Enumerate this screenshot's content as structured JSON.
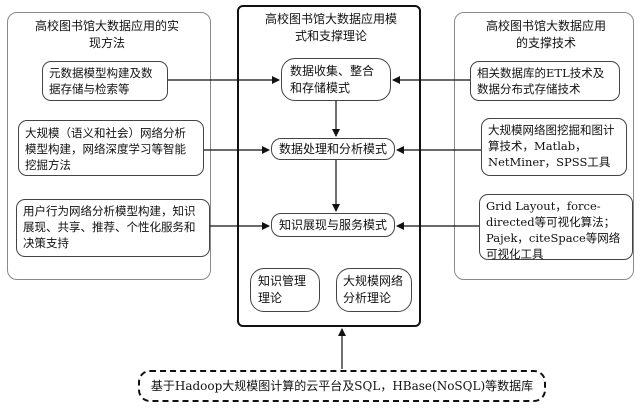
{
  "left_panel": {
    "title": "高校图书馆大数据应用的实现方法",
    "items": [
      "元数据模型构建及数据存储与检索等",
      "大规模（语义和社会）网络分析模型构建，网络深度学习等智能挖掘方法",
      "用户行为网络分析模型构建，知识展现、共享、推荐、个性化服务和决策支持"
    ]
  },
  "center_panel": {
    "title": "高校图书馆大数据应用模式和支撑理论",
    "modes": [
      "数据收集、整合和存储模式",
      "数据处理和分析模式",
      "知识展现与服务模式"
    ],
    "theories": [
      "知识管理理论",
      "大规模网络分析理论"
    ]
  },
  "right_panel": {
    "title": "高校图书馆大数据应用的支撑技术",
    "items": [
      "相关数据库的ETL技术及数据分布式存储技术",
      "大规模网络图挖掘和图计算技术，Matlab，NetMiner，SPSS工具",
      "Grid Layout，force-directed等可视化算法；Pajek，citeSpace等网络可视化工具"
    ]
  },
  "bottom_box": "基于Hadoop大规模图计算的云平台及SQL，HBase(NoSQL)等数据库"
}
